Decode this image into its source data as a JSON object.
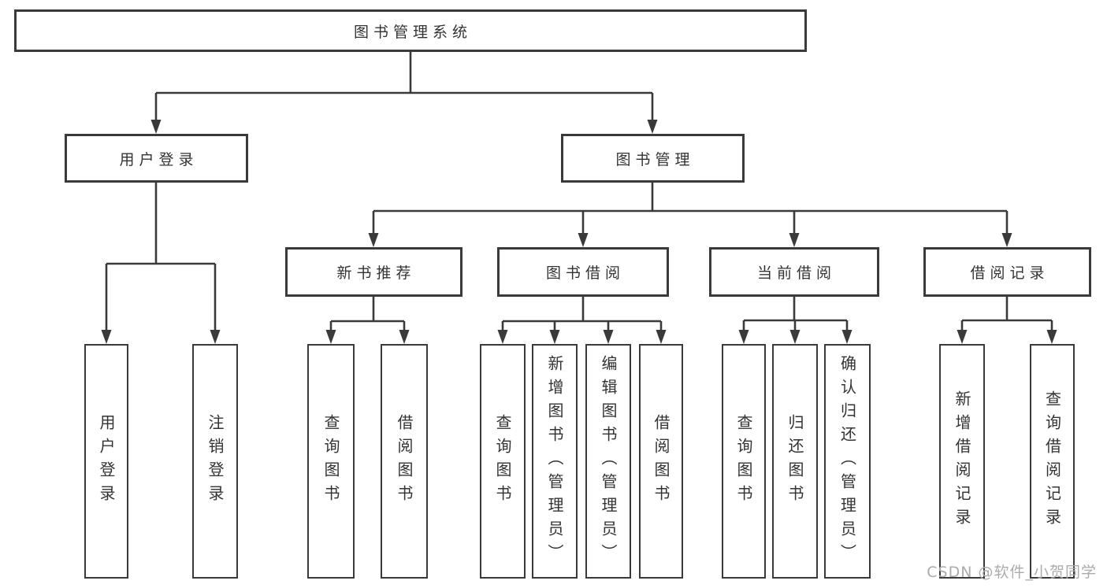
{
  "diagram_title": "图书管理系统",
  "tree": {
    "root": {
      "label": "图书管理系统"
    },
    "branches": [
      {
        "label": "用户登录",
        "children": [
          {
            "label": "用户登录"
          },
          {
            "label": "注销登录"
          }
        ]
      },
      {
        "label": "图书管理",
        "groups": [
          {
            "label": "新书推荐",
            "children": [
              {
                "label": "查询图书"
              },
              {
                "label": "借阅图书"
              }
            ]
          },
          {
            "label": "图书借阅",
            "children": [
              {
                "label": "查询图书"
              },
              {
                "label": "新增图书（管理员）"
              },
              {
                "label": "编辑图书（管理员）"
              },
              {
                "label": "借阅图书"
              }
            ]
          },
          {
            "label": "当前借阅",
            "children": [
              {
                "label": "查询图书"
              },
              {
                "label": "归还图书"
              },
              {
                "label": "确认归还（管理员）"
              }
            ]
          },
          {
            "label": "借阅记录",
            "children": [
              {
                "label": "新增借阅记录"
              },
              {
                "label": "查询借阅记录"
              }
            ]
          }
        ]
      }
    ]
  },
  "watermark": {
    "text": "CSDN @软件_小贺同学",
    "color": "#ababab"
  },
  "colors": {
    "line": "#3a3a3a",
    "node_border": "#3a3a3a",
    "text": "#333333",
    "background": "#ffffff"
  }
}
